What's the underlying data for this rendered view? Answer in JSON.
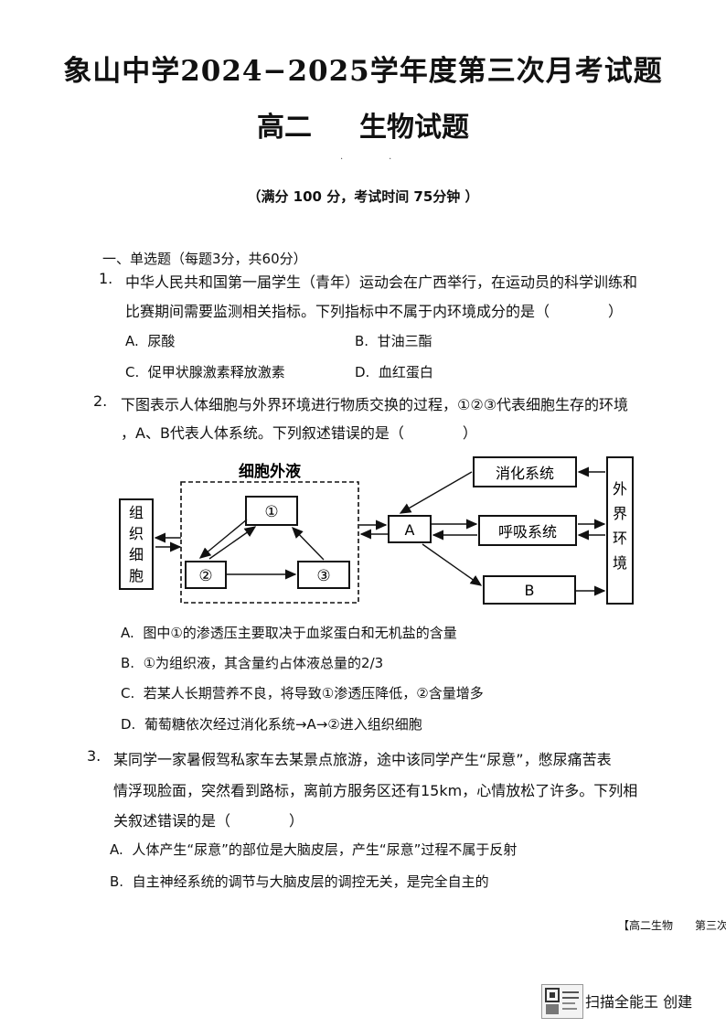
{
  "header": {
    "title": "象山中学2024−2025学年度第三次月考试题",
    "grade": "高二",
    "subject": "生物试题",
    "score_info": "（满分 100 分，考试时间 75分钟 ）"
  },
  "section": {
    "heading": "一、单选题（每题3分，共60分）"
  },
  "questions": [
    {
      "num": "1.",
      "lines": [
        "中华人民共和国第一届学生（青年）运动会在广西举行，在运动员的科学训练和",
        "比赛期间需要监测相关指标。下列指标中不属于内环境成分的是（　　　　）"
      ],
      "options": [
        {
          "label": "A.",
          "text": "尿酸"
        },
        {
          "label": "B.",
          "text": "甘油三酯"
        },
        {
          "label": "C.",
          "text": "促甲状腺激素释放激素"
        },
        {
          "label": "D.",
          "text": "血红蛋白"
        }
      ]
    },
    {
      "num": "2.",
      "lines": [
        "下图表示人体细胞与外界环境进行物质交换的过程，①②③代表细胞生存的环境",
        "，A、B代表人体系统。下列叙述错误的是（　　　　）"
      ],
      "options": [
        {
          "label": "A.",
          "text": "图中①的渗透压主要取决于血浆蛋白和无机盐的含量"
        },
        {
          "label": "B.",
          "text": "①为组织液，其含量约占体液总量的2/3"
        },
        {
          "label": "C.",
          "text": "若某人长期营养不良，将导致①渗透压降低，②含量增多"
        },
        {
          "label": "D.",
          "text": "葡萄糖依次经过消化系统→A→②进入组织细胞"
        }
      ]
    },
    {
      "num": "3.",
      "lines": [
        "某同学一家暑假驾私家车去某景点旅游，途中该同学产生“尿意”，憋尿痛苦表",
        "情浮现脸面，突然看到路标，离前方服务区还有15km，心情放松了许多。下列相",
        "关叙述错误的是（　　　　）"
      ],
      "options": [
        {
          "label": "A.",
          "text": "人体产生“尿意”的部位是大脑皮层，产生“尿意”过程不属于反射"
        },
        {
          "label": "B.",
          "text": "自主神经系统的调节与大脑皮层的调控无关，是完全自主的"
        }
      ]
    }
  ],
  "diagram": {
    "extracellular_label": "细胞外液",
    "tissue_cell": [
      "组",
      "织",
      "细",
      "胞"
    ],
    "node1": "①",
    "node2": "②",
    "node3": "③",
    "nodeA": "A",
    "nodeB": "B",
    "digestive": "消化系统",
    "respiratory": "呼吸系统",
    "environment": [
      "外",
      "界",
      "环",
      "境"
    ]
  },
  "footer": {
    "exam_tag": "【高二生物　　第三次月考",
    "scanner": "扫描全能王 创建"
  }
}
